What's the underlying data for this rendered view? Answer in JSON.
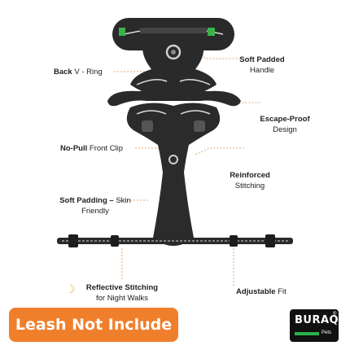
{
  "callouts": {
    "back_ring_bold": "Back",
    "back_ring_rest": " V - Ring",
    "soft_padded_bold": "Soft Padded",
    "soft_padded_sub": "Handle",
    "escape_bold": "Escape-Proof",
    "escape_sub": "Design",
    "nopull_bold": "No-Pull",
    "nopull_rest": " Front Clip",
    "reinforced_bold": "Reinforced",
    "reinforced_sub": "Stitching",
    "softpad_bold": "Soft Padding –",
    "softpad_rest": " Skin",
    "softpad_sub": "Friendly",
    "reflective_bold": "Reflective Stitching",
    "reflective_sub": "for Night Walks",
    "adjustable_bold": "Adjustable",
    "adjustable_rest": " Fit"
  },
  "badge": {
    "text": "Leash Not Include"
  },
  "logo": {
    "word": "BURAQ",
    "reg": "®",
    "pets": "Pets"
  },
  "icons": {
    "moon": "moon-icon"
  },
  "colors": {
    "accent": "#f07f2c",
    "harness": "#2a2a2a",
    "reflective": "#dcdcdc",
    "logo_green": "#2bb24c",
    "leader": "#e3a774"
  }
}
